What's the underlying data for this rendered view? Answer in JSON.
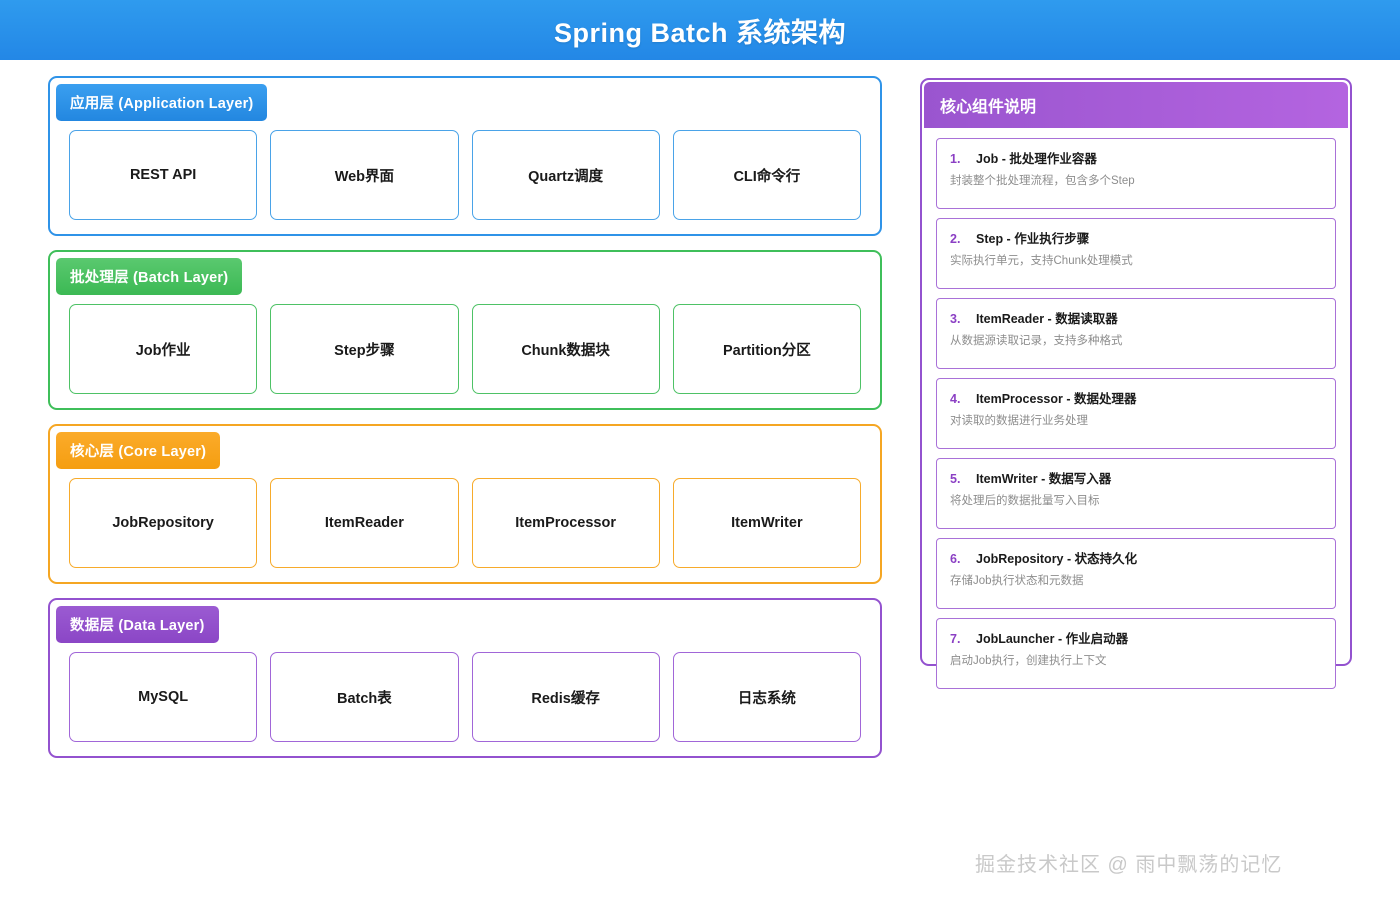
{
  "header": {
    "title": "Spring Batch 系统架构",
    "background_color": "#2387e6",
    "text_color": "#ffffff"
  },
  "architecture": {
    "layers": [
      {
        "id": "application-layer",
        "label": "应用层 (Application Layer)",
        "color": "#2f93e8",
        "boxes": [
          "REST API",
          "Web界面",
          "Quartz调度",
          "CLI命令行"
        ]
      },
      {
        "id": "batch-layer",
        "label": "批处理层 (Batch Layer)",
        "color": "#3fbf5a",
        "boxes": [
          "Job作业",
          "Step步骤",
          "Chunk数据块",
          "Partition分区"
        ]
      },
      {
        "id": "core-layer",
        "label": "核心层 (Core Layer)",
        "color": "#f5a623",
        "boxes": [
          "JobRepository",
          "ItemReader",
          "ItemProcessor",
          "ItemWriter"
        ]
      },
      {
        "id": "data-layer",
        "label": "数据层 (Data Layer)",
        "color": "#9352cf",
        "boxes": [
          "MySQL",
          "Batch表",
          "Redis缓存",
          "日志系统"
        ]
      }
    ]
  },
  "legend": {
    "title": "核心组件说明",
    "accent_color": "#9352cf",
    "items": [
      {
        "num": "1.",
        "name": "Job - 批处理作业容器",
        "desc": "封装整个批处理流程，包含多个Step"
      },
      {
        "num": "2.",
        "name": "Step - 作业执行步骤",
        "desc": "实际执行单元，支持Chunk处理模式"
      },
      {
        "num": "3.",
        "name": "ItemReader - 数据读取器",
        "desc": "从数据源读取记录，支持多种格式"
      },
      {
        "num": "4.",
        "name": "ItemProcessor - 数据处理器",
        "desc": "对读取的数据进行业务处理"
      },
      {
        "num": "5.",
        "name": "ItemWriter - 数据写入器",
        "desc": "将处理后的数据批量写入目标"
      },
      {
        "num": "6.",
        "name": "JobRepository - 状态持久化",
        "desc": "存储Job执行状态和元数据"
      },
      {
        "num": "7.",
        "name": "JobLauncher - 作业启动器",
        "desc": "启动Job执行，创建执行上下文"
      }
    ]
  },
  "watermark": {
    "text": "掘金技术社区 @ 雨中飘荡的记忆"
  }
}
